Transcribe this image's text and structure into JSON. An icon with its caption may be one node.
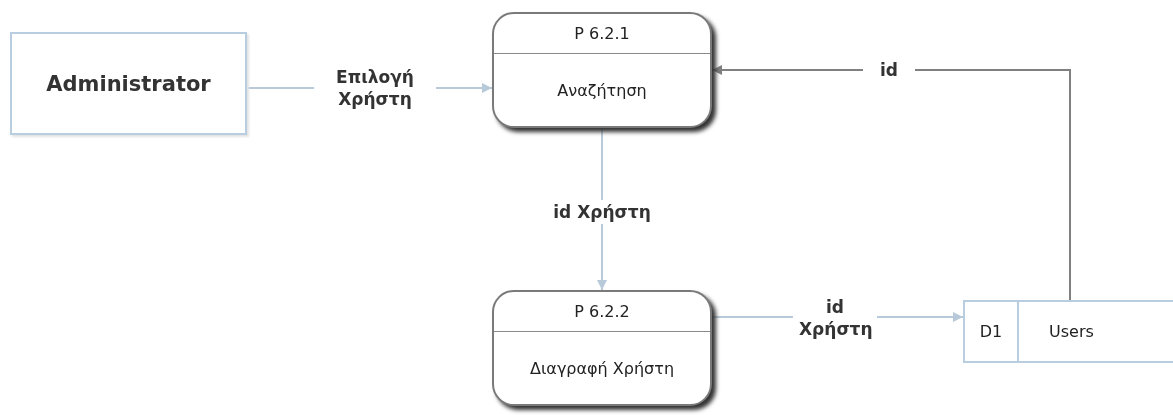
{
  "diagram": {
    "nodes": [
      {
        "text": [
          "Administrator"
        ]
      },
      {
        "text": [
          "P 6.2.1",
          "Αναζήτηση"
        ]
      },
      {
        "text": [
          "P 6.2.2",
          "Διαγραφή Χρήστη"
        ]
      },
      {
        "text": [
          "D1",
          "Users"
        ]
      }
    ],
    "edges": [
      {
        "from": 0,
        "to": 1,
        "arrow": "to",
        "label": "Επιλογή Χρήστη"
      },
      {
        "from": 1,
        "to": 2,
        "arrow": "to",
        "label": "id Χρήστη"
      },
      {
        "from": 2,
        "to": 3,
        "arrow": "to",
        "label": "id Χρήστη"
      },
      {
        "from": 3,
        "to": 1,
        "arrow": "to",
        "label": "id",
        "color": "#808080"
      }
    ]
  }
}
